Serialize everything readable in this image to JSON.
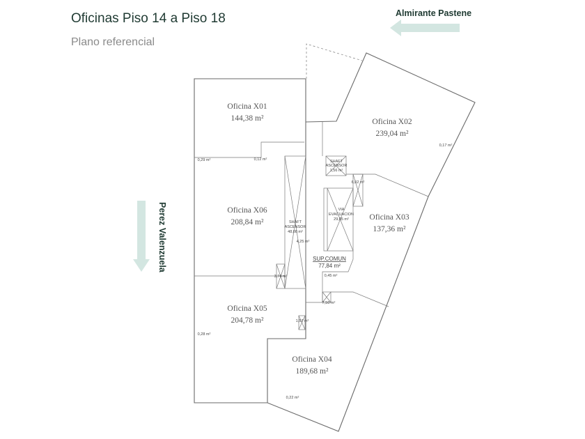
{
  "header": {
    "title": "Oficinas Piso 14 a Piso 18",
    "subtitle": "Plano referencial"
  },
  "streets": {
    "top": {
      "label": "Almirante Pastene",
      "arrow": "arrow-left-icon"
    },
    "left": {
      "label": "Perez Valenzuela",
      "arrow": "arrow-down-icon"
    }
  },
  "colors": {
    "arrow": "#d3e6e1",
    "title": "#1f3a32",
    "walls": "#6a6a6a"
  },
  "offices": [
    {
      "name": "Oficina X01",
      "area": "144,38  m²"
    },
    {
      "name": "Oficina X02",
      "area": "239,04  m²"
    },
    {
      "name": "Oficina X03",
      "area": "137,36  m²"
    },
    {
      "name": "Oficina X04",
      "area": "189,68  m²"
    },
    {
      "name": "Oficina X05",
      "area": "204,78  m²"
    },
    {
      "name": "Oficina X06",
      "area": "208,84  m²"
    }
  ],
  "common": {
    "shaft_main": {
      "l1": "SHAFT",
      "l2": "ASCENSOR",
      "area": "48,08 m²"
    },
    "shaft_small": {
      "l1": "SHAFT",
      "l2": "ASCENSOR",
      "area": "1,56 m²"
    },
    "via": {
      "l1": "VIA",
      "l2": "EVACUACION",
      "area": "29,85 m²"
    },
    "sup_comun": {
      "label": "SUP.COMUN",
      "area": "77,84 m²"
    }
  },
  "small_areas": [
    "0,29 m²",
    "0,12 m²",
    "6,02 m²",
    "4,25 m²",
    "3,74 m²",
    "0,45 m²",
    "7,50 m²",
    "1,57 m²",
    "0,28 m²",
    "0,22 m²",
    "0,17 m²"
  ]
}
